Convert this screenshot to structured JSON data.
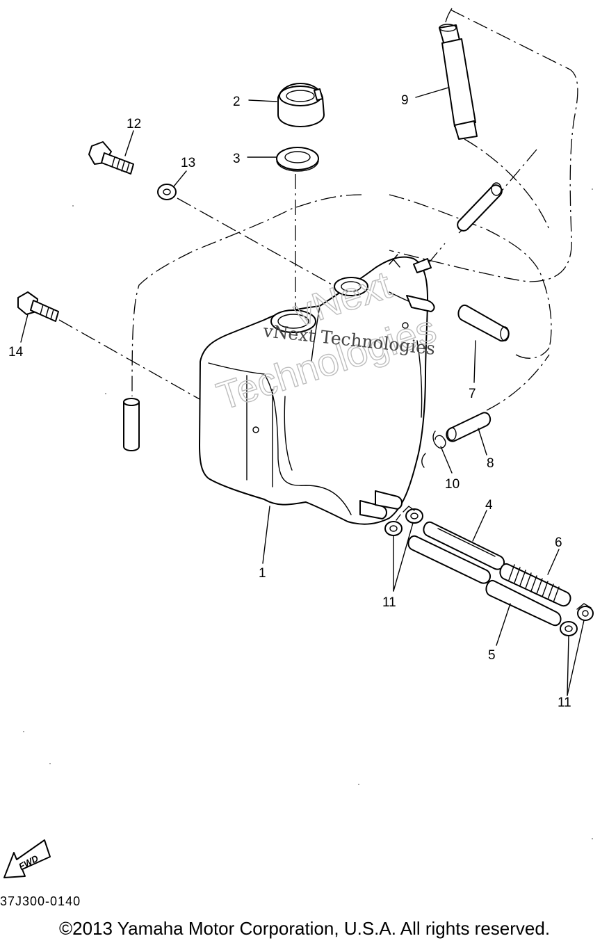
{
  "diagram": {
    "callouts": {
      "c1": "1",
      "c2": "2",
      "c3": "3",
      "c4": "4",
      "c5": "5",
      "c6": "6",
      "c7": "7",
      "c8": "8",
      "c9": "9",
      "c10": "10",
      "c11a": "11",
      "c11b": "11",
      "c12": "12",
      "c13": "13",
      "c14": "14"
    },
    "fwd_label": "FWD",
    "watermark": {
      "outline_line1": "vNext",
      "outline_line2": "Technologies",
      "small": "vNext Technologies"
    }
  },
  "footer": {
    "ref_code": "37J300-0140",
    "copyright": "©2013 Yamaha Motor Corporation, U.S.A. All rights reserved."
  }
}
